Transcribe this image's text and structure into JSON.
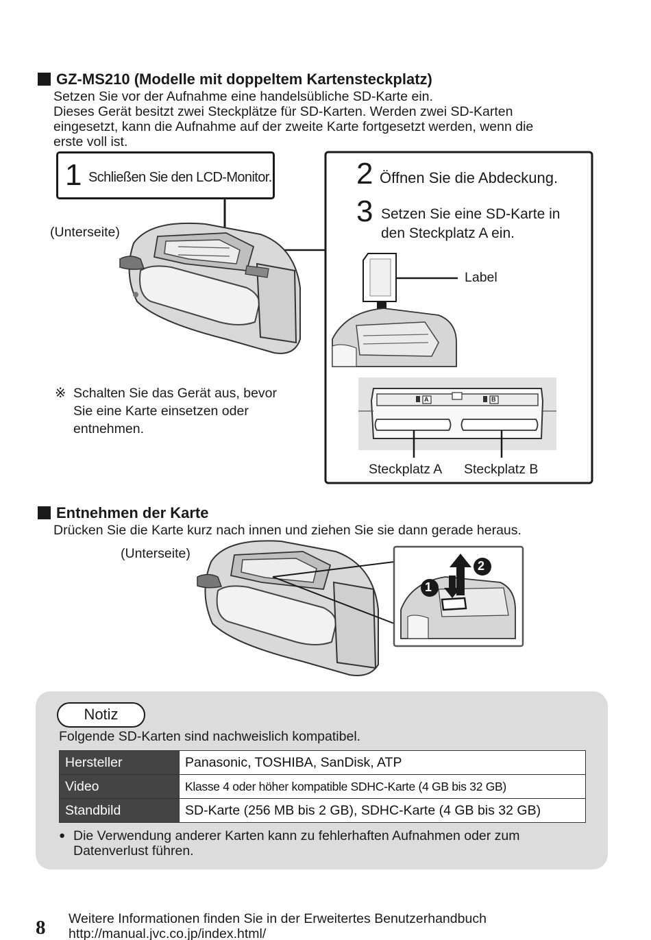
{
  "section1": {
    "title": "GZ-MS210 (Modelle mit doppeltem Kartensteckplatz)",
    "lines": [
      "Setzen Sie vor der Aufnahme eine handelsübliche SD-Karte ein.",
      "Dieses Gerät besitzt zwei Steckplätze für SD-Karten. Werden zwei SD-Karten",
      "eingesetzt, kann die Aufnahme auf der zweite Karte fortgesetzt werden, wenn die",
      "erste voll ist."
    ]
  },
  "step1": {
    "number": "1",
    "text": "Schließen Sie den LCD-Monitor."
  },
  "step2": {
    "number": "2",
    "text": "Öffnen Sie die Abdeckung."
  },
  "step3": {
    "number": "3",
    "line1": "Setzen Sie eine SD-Karte in",
    "line2": "den Steckplatz A ein."
  },
  "labels": {
    "underside1": "(Unterseite)",
    "card_label": "Label",
    "slot_a": "Steckplatz A",
    "slot_b": "Steckplatz B",
    "slot_a_mark": "A",
    "slot_b_mark": "B",
    "underside2": "(Unterseite)"
  },
  "caution": {
    "symbol": "※",
    "lines": [
      "Schalten Sie das Gerät aus, bevor",
      "Sie eine Karte einsetzen oder",
      "entnehmen."
    ]
  },
  "section2": {
    "title": "Entnehmen der Karte",
    "text": "Drücken Sie die Karte kurz nach innen und ziehen Sie sie dann gerade heraus.",
    "badge1": "1",
    "badge2": "2"
  },
  "note": {
    "title": "Notiz",
    "intro": "Folgende SD-Karten sind nachweislich kompatibel.",
    "table": [
      {
        "label": "Hersteller",
        "value": "Panasonic, TOSHIBA, SanDisk, ATP"
      },
      {
        "label": "Video",
        "value": "Klasse 4 oder höher kompatible SDHC-Karte (4 GB bis 32 GB)"
      },
      {
        "label": "Standbild",
        "value": "SD-Karte (256 MB bis 2 GB), SDHC-Karte (4 GB bis 32 GB)"
      }
    ],
    "bullet_symbol": "●",
    "bullet_line1": "Die Verwendung anderer Karten kann zu fehlerhaften Aufnahmen oder zum",
    "bullet_line2": "Datenverlust führen."
  },
  "footer": {
    "page": "8",
    "line1": "Weitere Informationen finden Sie in der Erweitertes Benutzerhandbuch",
    "line2": "http://manual.jvc.co.jp/index.html/"
  }
}
